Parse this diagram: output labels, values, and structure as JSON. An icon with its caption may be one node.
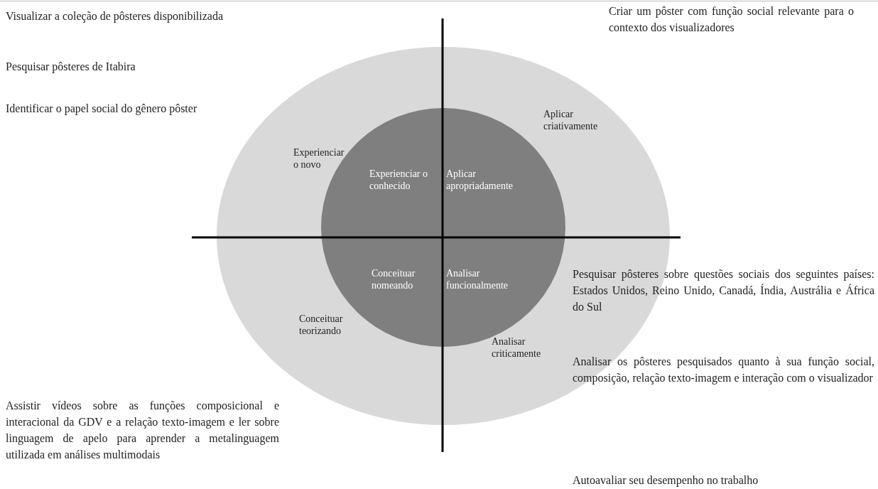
{
  "diagram": {
    "nodes": [
      {
        "text": [
          "Experienciar o novo",
          "Aplicar criativamente",
          "Conceituar teorizando",
          "Analisar criticamente"
        ]
      },
      {
        "text": [
          "Experienciar o conhecido",
          "Aplicar apropriadamente",
          "Conceituar nomeando",
          "Analisar funcionalmente"
        ],
        "in": 0
      }
    ],
    "labels": [
      "Visualizar a coleção de pôsteres disponibilizada",
      "Pesquisar pôsteres de Itabira",
      "Identificar o papel social do gênero pôster",
      "Criar um pôster com função social relevante para o contexto dos visualizadores",
      "Pesquisar pôsteres sobre questões sociais dos seguintes países: Estados Unidos, Reino Unido, Canadá, Índia, Austrália e África do Sul",
      "Analisar os pôsteres pesquisados quanto à sua função social, composição, relação texto-imagem e interação com o visualizador",
      "Autoavaliar seu desempenho no trabalho",
      "Assistir vídeos sobre as funções composicional e interacional da GDV e a relação texto-imagem e ler sobre linguagem de apelo para aprender a metalinguagem utilizada em análises multimodais"
    ]
  }
}
